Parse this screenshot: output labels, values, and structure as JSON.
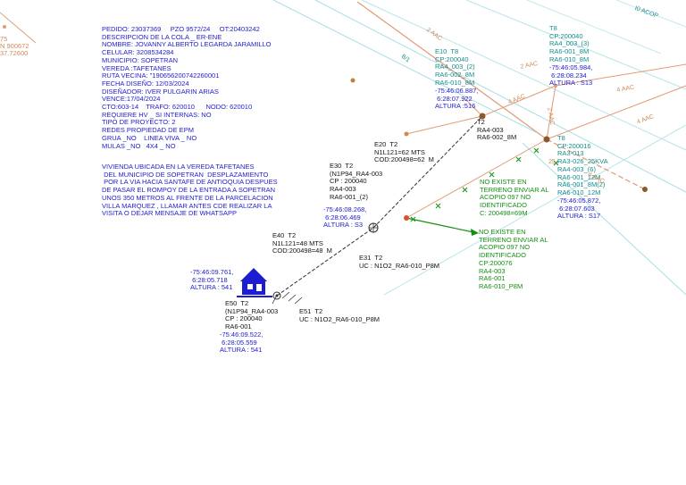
{
  "colors": {
    "blue": "#1c1cd0",
    "green": "#118f11",
    "teal": "#168c8c",
    "orange_line": "#e29a74",
    "light_line": "#a8dfe6",
    "dark": "#141414",
    "brown_node": "#8b5a2b"
  },
  "project_info": {
    "pedido": "PEDIDO: 23037369     PZO 9572/24     OT:20403242",
    "cola": "DESCRIPCION DE LA COLA _ ER-ENE",
    "nombre": "NOMBRE: JOVANNY ALBERTO LEGARDA JARAMILLO",
    "celular": "CELULAR: 3208534284",
    "municipio": "MUNICIPIO: SOPETRAN",
    "vereda": "VEREDA :TAFETANES",
    "ruta": "RUTA VECINA: \"190656200742260001",
    "fecha": "FECHA DISEÑO: 12/03/2024",
    "disenador": "DISEÑADOR: IVER PULGARIN ARIAS",
    "vence": "VENCE:17/04/2024",
    "cto": "CTO:603-14    TRAFO: 620010      NODO: 620010",
    "requiere": "REQUIERE HV _ SI INTERNAS: NO",
    "tipo": "TIPO DE PROYECTO: 2",
    "redes": "REDES PROPIEDAD DE EPM",
    "grua": "GRUA _NO    LINEA VIVA _ NO",
    "mulas": "MULAS _NO   4X4 _ NO"
  },
  "location_desc": [
    "VIVIENDA UBICADA EN LA VEREDA TAFETANES",
    " DEL MUNICIPIO DE SOPETRAN  DESPLAZAMIENTO",
    " POR LA VIA HACIA SANTAFE DE ANTIOQUIA DESPUES",
    "DE PASAR EL ROMPOY DE LA ENTRADA A SOPETRAN",
    "UNOS 350 METROS AL FRENTE DE LA PARCELACION",
    "VILLA MARQUEZ , LLAMAR ANTES CDE REALIZAR LA",
    "VISITA O DEJAR MENSAJE DE WHATSAPP"
  ],
  "left_edge": {
    "l1": "75",
    "l2": "N 900672",
    "l3": "37.72600"
  },
  "house_coords": {
    "l1": "-75:46:09.761,",
    "l2": " 6:28:05.718",
    "l3": "ALTURA : 541"
  },
  "e50": {
    "l1": "E50  T2",
    "l2": "(N1P94_RA4-003",
    "l3": "CP : 200040",
    "l4": "RA6-001",
    "l5": "-75:46:09.522,",
    "l6": " 6:28:05.559",
    "l7": "ALTURA : 541"
  },
  "e51": {
    "l1": "E51  T2",
    "l2": "UC : N1O2_RA6-010_P8M"
  },
  "e40": {
    "l1": "E40  T2",
    "l2": "N1L121=48 MTS",
    "l3": "COD:200498=48  M"
  },
  "e31": {
    "l1": "E31  T2",
    "l2": "UC : N1O2_RA6-010_P8M"
  },
  "e30": {
    "l1": "E30  T2",
    "l2": "(N1P94_RA4-003",
    "l3": "CP : 200040",
    "l4": "RA4-003",
    "l5": "RA6-001_(2)"
  },
  "e30_coords": {
    "l1": "-75:46:08.268,",
    "l2": " 6:28:06.469",
    "l3": "ALTURA : S3"
  },
  "e20": {
    "l1": "E20  T2",
    "l2": "N1L121=62 MTS",
    "l3": "COD:200498=62  M"
  },
  "e10": {
    "l1": "E10  T8",
    "l2": "CP:200040",
    "l3": "RA4_003_(2)",
    "l4": "RA6-002_8M",
    "l5": "RA6-010_8M",
    "l6": "-75:46:06.887,",
    "l7": " 6:28:07.922",
    "l8": "ALTURA :516"
  },
  "t2": {
    "l1": "T2",
    "l2": "RA4-003",
    "l3": "RA6-002_8M"
  },
  "t8_top": {
    "l1": "T8",
    "l2": "CP:200040",
    "l3": "RA4_003_(3)",
    "l4": "RA6-001_8M",
    "l5": "RA6-010_8M",
    "l6": "-75:46:05.984,",
    "l7": " 6:28:08.234",
    "l8": "ALTURA : S13"
  },
  "t8_right": {
    "l1": "T8",
    "l2": "CP:200016",
    "l3": "RA3-013",
    "l4": "RA3-026_25KVA",
    "l5": "RA4-003_(6)",
    "l6": "RA6-001_12M",
    "l7": "RA6-001_8M(2)",
    "l8": "RA6-010_12M",
    "l9": "-75:46:05.872,",
    "l10": " 6:28:07.603",
    "l11": "ALTURA : S17"
  },
  "no_existe_1": {
    "l1": "NO EXISTE EN",
    "l2": "TERRENO ENVIAR AL",
    "l3": "ACOPIO 097 NO",
    "l4": "IDENTIFICADO",
    "l5": "C: 200498=69M"
  },
  "no_existe_2": {
    "l1": "NO EXISTE EN",
    "l2": "TERRENO ENVIAR AL",
    "l3": "ACOPIO 097 NO",
    "l4": "IDENTIFICADO",
    "l5": "CP:200076",
    "l6": "RA4-003",
    "l7": "RA6-001",
    "l8": "RA6-010_P8M"
  },
  "line_tags": {
    "a": "2 AAC",
    "b": "8/1",
    "c": "4 AAC",
    "d": "2 AAC",
    "e": "4 AAC",
    "f": "4 AAC",
    "g": "4 AAC",
    "h": "2 AAC",
    "i": "I0 ACOP",
    "j": "25"
  }
}
